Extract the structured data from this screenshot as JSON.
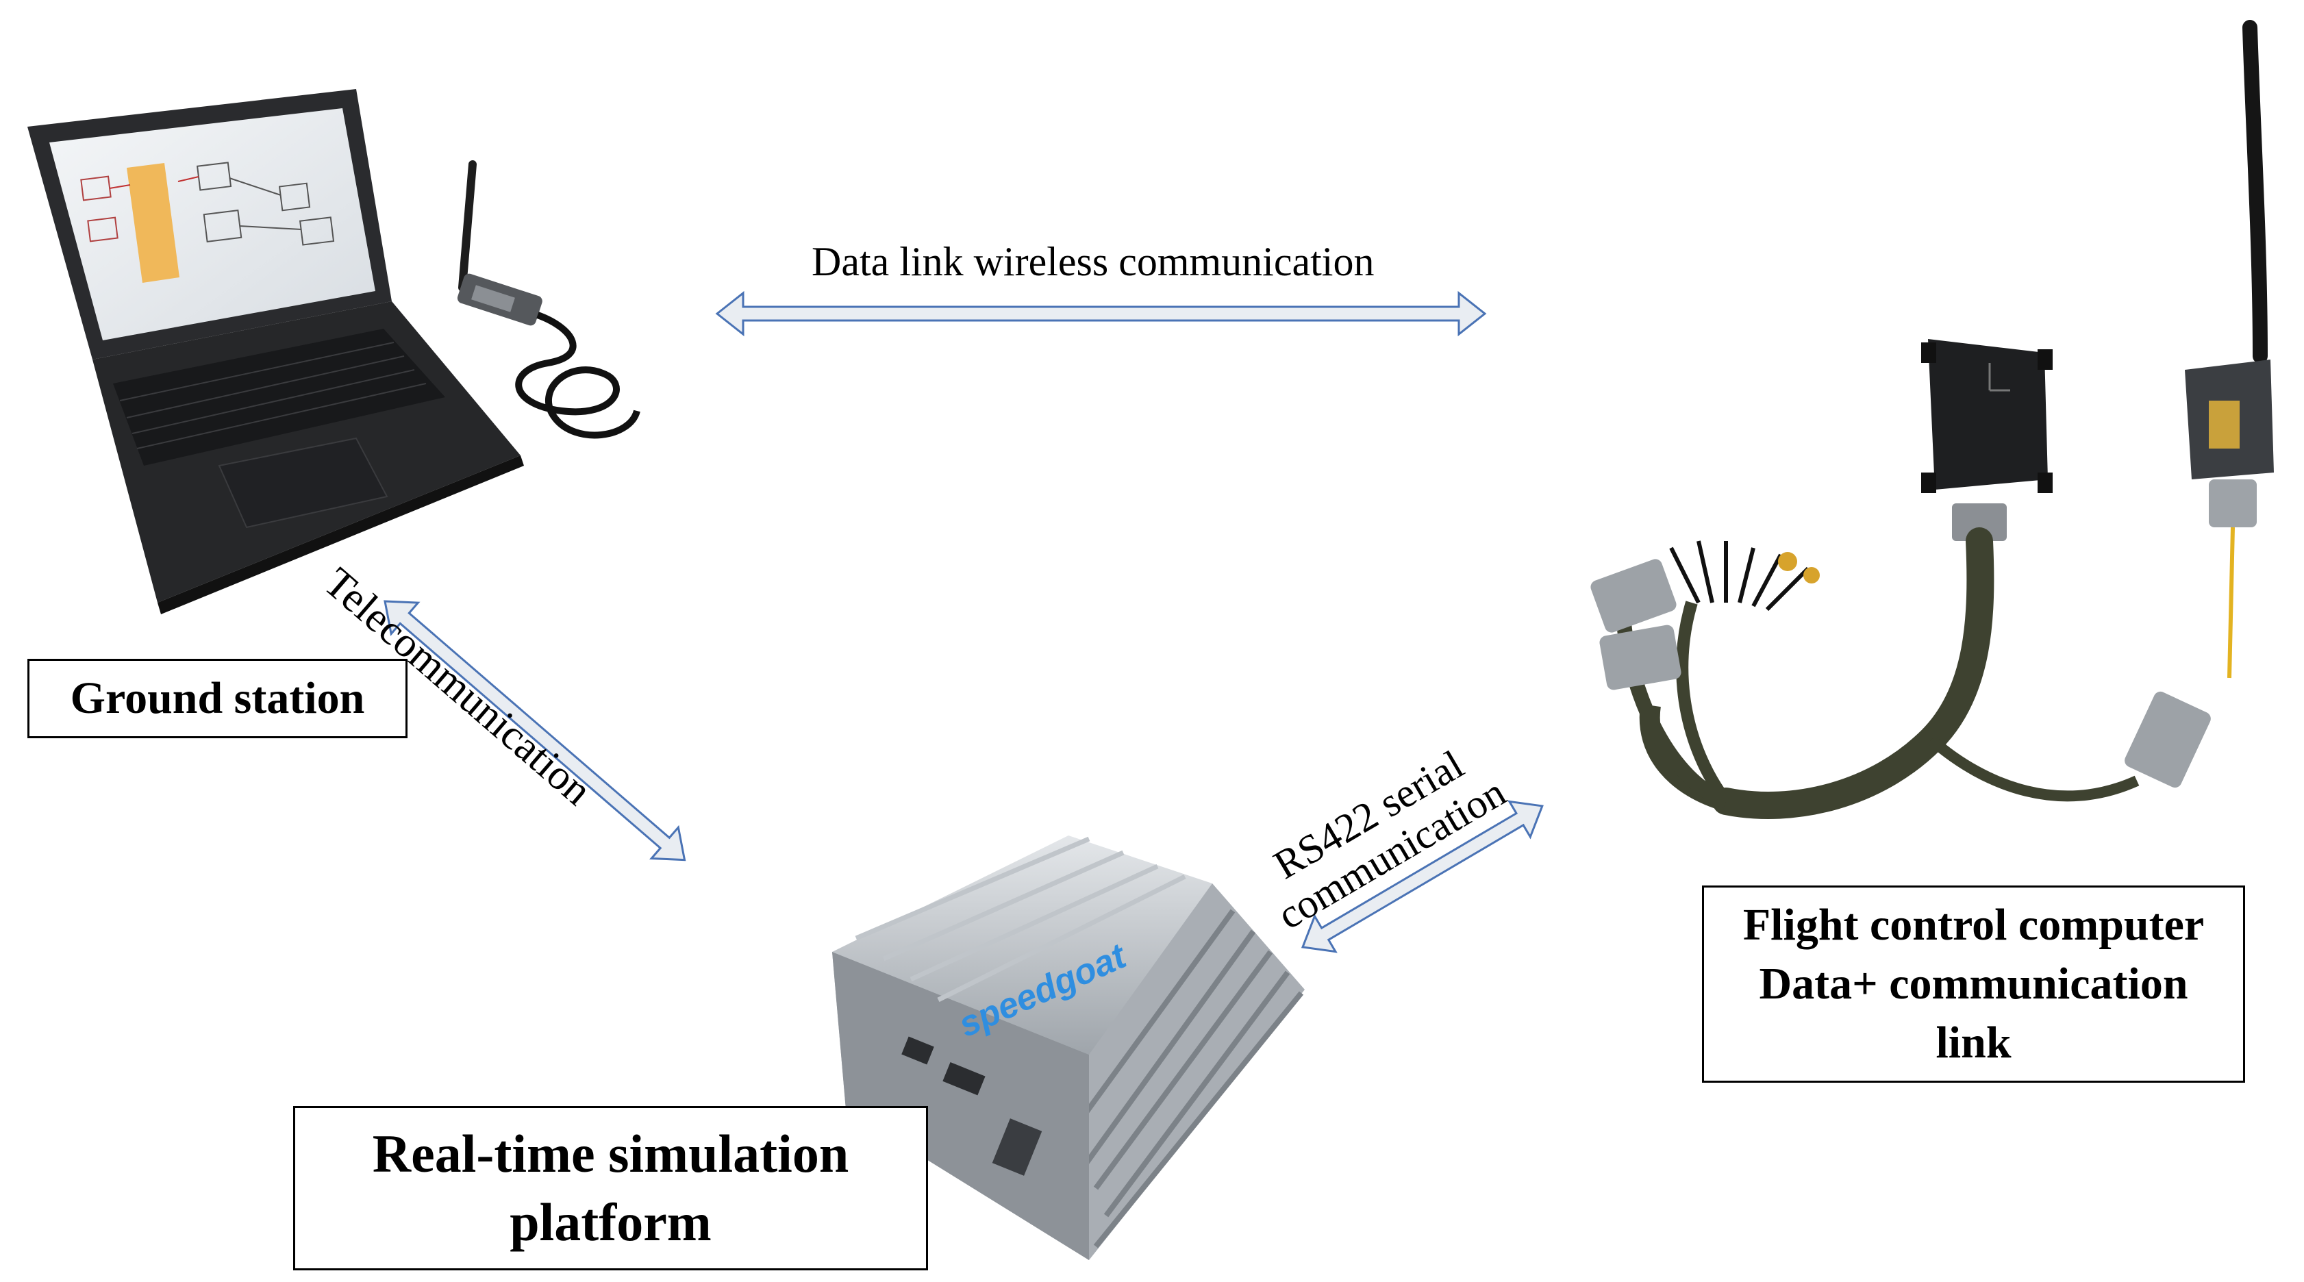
{
  "nodes": {
    "ground_station": {
      "label": "Ground station"
    },
    "simulation_platform": {
      "line1": "Real-time simulation",
      "line2": "platform"
    },
    "flight_computer": {
      "line1": "Flight control computer",
      "line2": "Data+ communication",
      "line3": "link"
    }
  },
  "edges": {
    "wireless": {
      "label": "Data link wireless communication"
    },
    "telecom": {
      "label": "Telecommunication"
    },
    "serial": {
      "line1": "RS422 serial",
      "line2": "communication"
    }
  },
  "device_text": {
    "brand": "speedgoat"
  },
  "colors": {
    "arrow_stroke": "#4a73b5",
    "arrow_fill": "#e9edf2",
    "box_border": "#000000",
    "brand_blue": "#2f8ee0"
  },
  "icons": [
    "laptop-icon",
    "wireless-antenna-dongle-icon",
    "speedgoat-target-machine-icon",
    "flight-control-computer-icon",
    "radio-transceiver-icon",
    "cable-harness-icon"
  ]
}
